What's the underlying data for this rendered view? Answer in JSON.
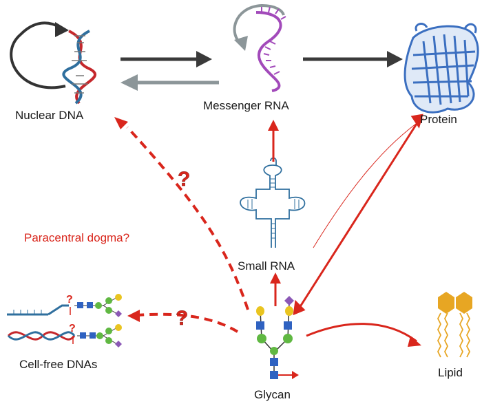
{
  "labels": {
    "nuclear_dna": "Nuclear DNA",
    "messenger_rna": "Messenger RNA",
    "protein": "Protein",
    "small_rna": "Small RNA",
    "paracentral": "Paracentral dogma?",
    "cell_free": "Cell-free DNAs",
    "glycan": "Glycan",
    "lipid": "Lipid"
  },
  "question_mark": "?",
  "colors": {
    "dark_arrow": "#3a3a3a",
    "grey_arrow": "#8c9699",
    "red_arrow": "#d9261c",
    "dna_red": "#c5282c",
    "dna_blue": "#2f6f9e",
    "rna_purple": "#a24aba",
    "protein_blue": "#3b6fc0",
    "trna_blue": "#2f6f9e",
    "lipid_orange": "#e7a623",
    "glycan_blue": "#2f62c1",
    "glycan_yellow": "#e9c420",
    "glycan_green": "#60b842",
    "glycan_purple": "#8b58b6"
  }
}
